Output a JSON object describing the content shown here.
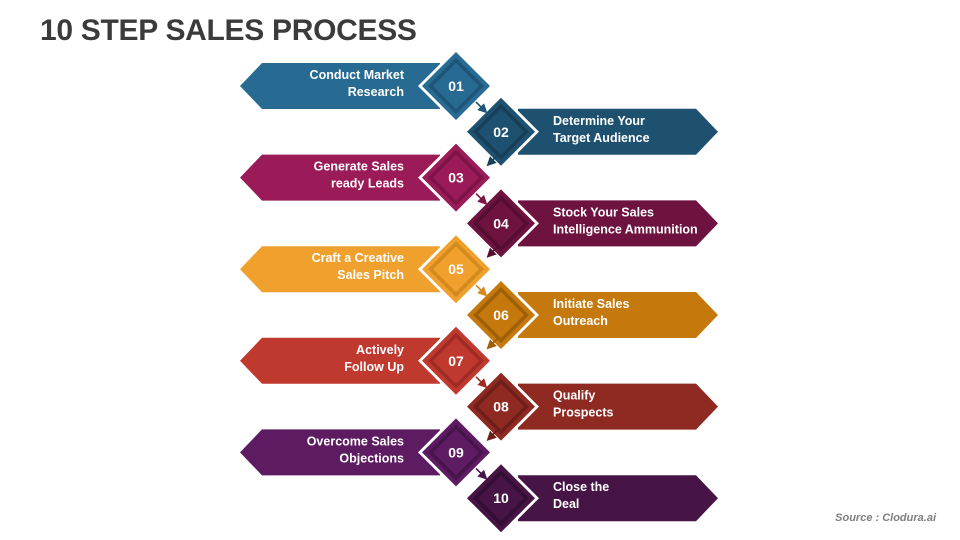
{
  "title": "10 STEP SALES PROCESS",
  "source": "Source : Clodura.ai",
  "steps": [
    {
      "number": "01",
      "side": "left",
      "lines": [
        "Conduct Market",
        "Research"
      ],
      "color": "#276a92",
      "dark": "#1e5578",
      "light": "#3a7fa7"
    },
    {
      "number": "02",
      "side": "right",
      "lines": [
        "Determine Your",
        "Target Audience"
      ],
      "color": "#1e5170",
      "dark": "#173f58",
      "light": "#2a6385"
    },
    {
      "number": "03",
      "side": "left",
      "lines": [
        "Generate Sales",
        "ready Leads"
      ],
      "color": "#9b1b58",
      "dark": "#7c1446",
      "light": "#ad2d6a"
    },
    {
      "number": "04",
      "side": "right",
      "lines": [
        "Stock Your Sales",
        "Intelligence Ammunition"
      ],
      "color": "#6e1240",
      "dark": "#560d31",
      "light": "#822252"
    },
    {
      "number": "05",
      "side": "left",
      "lines": [
        "Craft a Creative",
        "Sales Pitch"
      ],
      "color": "#f0a02c",
      "dark": "#d48a1e",
      "light": "#f5b245"
    },
    {
      "number": "06",
      "side": "right",
      "lines": [
        "Initiate Sales",
        "Outreach"
      ],
      "color": "#c5780b",
      "dark": "#9e5f07",
      "light": "#d28a22"
    },
    {
      "number": "07",
      "side": "left",
      "lines": [
        "Actively",
        "Follow Up"
      ],
      "color": "#c0392f",
      "dark": "#9e2c24",
      "light": "#cd4d42"
    },
    {
      "number": "08",
      "side": "right",
      "lines": [
        "Qualify",
        "Prospects"
      ],
      "color": "#8f2a22",
      "dark": "#6f1f19",
      "light": "#a13a31"
    },
    {
      "number": "09",
      "side": "left",
      "lines": [
        "Overcome Sales",
        "Objections"
      ],
      "color": "#5d1c62",
      "dark": "#48144c",
      "light": "#702c75"
    },
    {
      "number": "10",
      "side": "right",
      "lines": [
        "Close the",
        "Deal"
      ],
      "color": "#461546",
      "dark": "#340e34",
      "light": "#582458"
    }
  ]
}
